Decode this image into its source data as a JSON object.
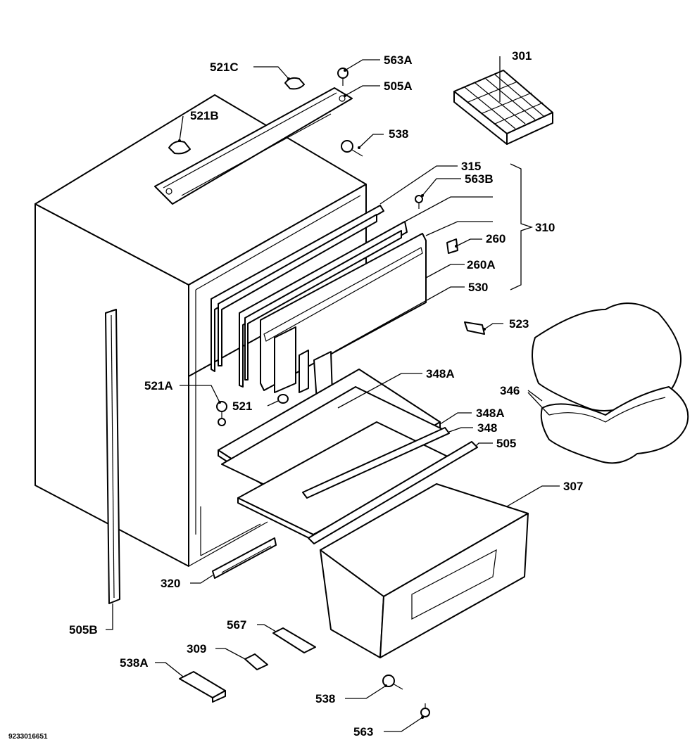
{
  "callouts": {
    "c521C": "521C",
    "c563A": "563A",
    "c505A": "505A",
    "c301": "301",
    "c521B": "521B",
    "c538_top": "538",
    "c315": "315",
    "c563B": "563B",
    "c310": "310",
    "c260": "260",
    "c260A": "260A",
    "c530": "530",
    "c523": "523",
    "c346": "346",
    "c521A": "521A",
    "c521": "521",
    "c348A_1": "348A",
    "c348A_2": "348A",
    "c348": "348",
    "c505": "505",
    "c307": "307",
    "c320": "320",
    "c505B": "505B",
    "c567": "567",
    "c309": "309",
    "c538A": "538A",
    "c538_bottom": "538",
    "c563": "563"
  },
  "document_number": "9233016651"
}
